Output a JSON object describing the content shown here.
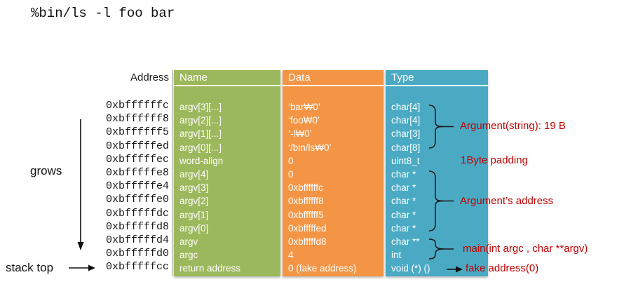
{
  "command": "%bin/ls -l foo bar",
  "table": {
    "headers": {
      "address": "Address",
      "name": "Name",
      "data": "Data",
      "type": "Type"
    },
    "rows": [
      {
        "address": "0xbffffffc",
        "name": "argv[3][...]",
        "data": "‘bar₩0’",
        "type": "char[4]"
      },
      {
        "address": "0xbffffff8",
        "name": "argv[2][...]",
        "data": "‘foo₩0’",
        "type": "char[4]"
      },
      {
        "address": "0xbffffff5",
        "name": "argv[1][...]",
        "data": "‘-l₩0’",
        "type": "char[3]"
      },
      {
        "address": "0xbfffffed",
        "name": "argv[0][...]",
        "data": "‘/bin/ls₩0’",
        "type": "char[8]"
      },
      {
        "address": "0xbfffffec",
        "name": "word-align",
        "data": "0",
        "type": "uint8_t"
      },
      {
        "address": "0xbfffffe8",
        "name": "argv[4]",
        "data": "0",
        "type": "char *"
      },
      {
        "address": "0xbfffffe4",
        "name": "argv[3]",
        "data": "0xbffffffc",
        "type": "char *"
      },
      {
        "address": "0xbfffffe0",
        "name": "argv[2]",
        "data": "0xbffffff8",
        "type": "char *"
      },
      {
        "address": "0xbfffffdc",
        "name": "argv[1]",
        "data": "0xbffffff5",
        "type": "char *"
      },
      {
        "address": "0xbfffffd8",
        "name": "argv[0]",
        "data": "0xbfffffed",
        "type": "char *"
      },
      {
        "address": "0xbfffffd4",
        "name": "argv",
        "data": "0xbfffffd8",
        "type": "char **"
      },
      {
        "address": "0xbfffffd0",
        "name": "argc",
        "data": "4",
        "type": "int"
      },
      {
        "address": "0xbfffffcc",
        "name": "return address",
        "data": "0 (fake address)",
        "type": "void (*) ()"
      }
    ]
  },
  "labels": {
    "grows": "grows",
    "stack_top": "stack top"
  },
  "annotations": {
    "argument_string": "Argument(string): 19 B",
    "padding": "1Byte padding",
    "argument_address": "Argument’s address",
    "main_signature": "main(int argc , char **argv)",
    "fake_address": "fake address(0)"
  },
  "colors": {
    "name_column": "#9CB85C",
    "data_column": "#F49546",
    "type_column": "#4AAAC4",
    "annotation_red": "#C00000"
  }
}
